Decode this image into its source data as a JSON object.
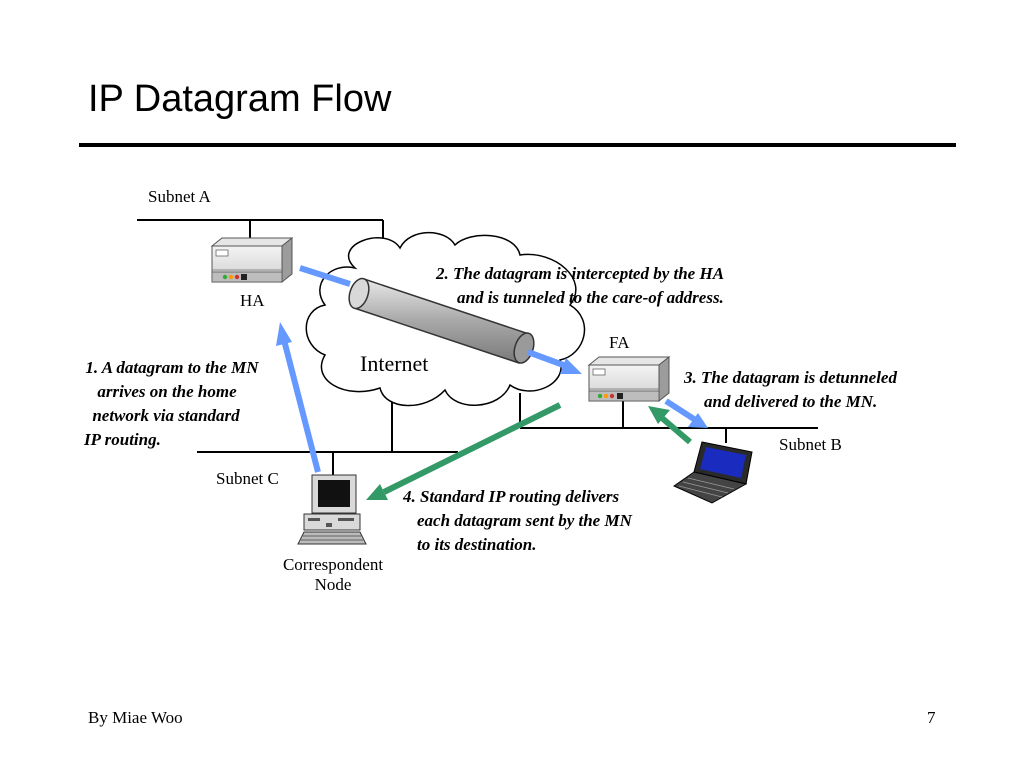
{
  "slide": {
    "title": "IP Datagram Flow",
    "footer_author": "By Miae Woo",
    "page_number": "7"
  },
  "labels": {
    "subnet_a": "Subnet A",
    "subnet_b": "Subnet B",
    "subnet_c": "Subnet C",
    "ha": "HA",
    "fa": "FA",
    "internet": "Internet",
    "cn_line1": "Correspondent",
    "cn_line2": "Node"
  },
  "steps": [
    {
      "lines": [
        "1. A datagram to the MN",
        "arrives on the home",
        "network via standard",
        "IP routing."
      ]
    },
    {
      "lines": [
        "2. The datagram is intercepted by the HA",
        "and is tunneled to the care-of address."
      ]
    },
    {
      "lines": [
        "3. The datagram is detunneled",
        "and delivered to the MN."
      ]
    },
    {
      "lines": [
        "4. Standard IP routing delivers",
        "each datagram sent by the MN",
        "to its destination."
      ]
    }
  ],
  "colors": {
    "blue_arrow": "#6699ff",
    "green_arrow": "#339966",
    "tunnel": "#b0b0b0"
  },
  "icons": {
    "ha": "router-box-icon",
    "fa": "router-box-icon",
    "mn": "laptop-icon",
    "cn": "desktop-computer-icon",
    "internet": "cloud-icon",
    "tunnel": "tunnel-pipe-icon"
  }
}
